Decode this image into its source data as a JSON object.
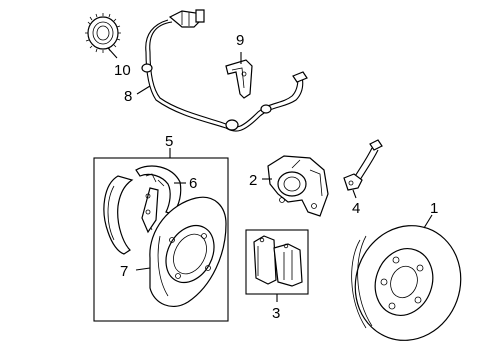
{
  "callouts": {
    "c1": "1",
    "c2": "2",
    "c3": "3",
    "c4": "4",
    "c5": "5",
    "c6": "6",
    "c7": "7",
    "c8": "8",
    "c9": "9",
    "c10": "10"
  },
  "parts": [
    {
      "callout": "1",
      "icon": "brake-rotor-icon"
    },
    {
      "callout": "2",
      "icon": "brake-caliper-icon"
    },
    {
      "callout": "3",
      "icon": "brake-pads-icon"
    },
    {
      "callout": "4",
      "icon": "brake-hose-icon"
    },
    {
      "callout": "5",
      "icon": "parking-brake-assembly-box-icon"
    },
    {
      "callout": "6",
      "icon": "brake-shoes-icon"
    },
    {
      "callout": "7",
      "icon": "backing-plate-icon"
    },
    {
      "callout": "8",
      "icon": "abs-sensor-wire-icon"
    },
    {
      "callout": "9",
      "icon": "wire-bracket-icon"
    },
    {
      "callout": "10",
      "icon": "tone-ring-icon"
    }
  ]
}
